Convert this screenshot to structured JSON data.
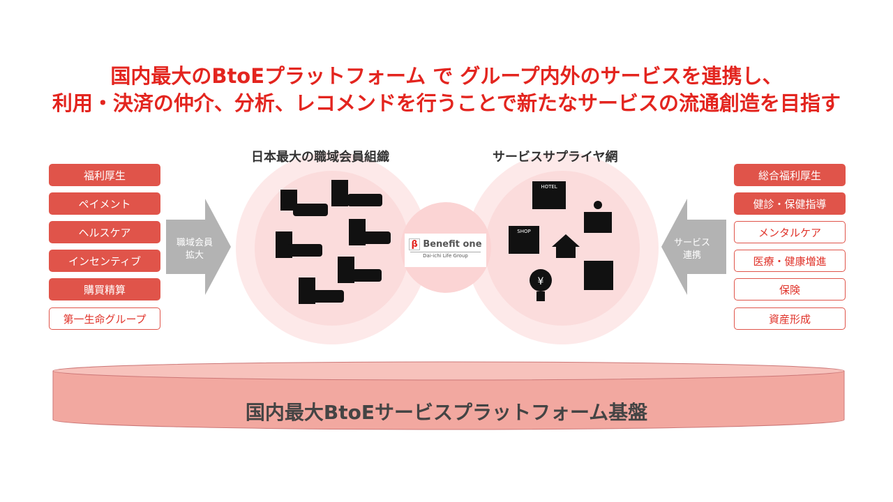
{
  "headline": {
    "line1": "国内最大のBtoEプラットフォーム で グループ内外のサービスを連携し、",
    "line2": "利用・決済の仲介、分析、レコメンドを行うことで新たなサービスの流通創造を目指す"
  },
  "left_items": [
    "福利厚生",
    "ペイメント",
    "ヘルスケア",
    "インセンティブ",
    "購買精算",
    "第一生命グループ"
  ],
  "right_items": [
    "総合福利厚生",
    "健診・保健指導",
    "メンタルケア",
    "医療・健康増進",
    "保険",
    "資産形成"
  ],
  "left_arrow": {
    "line1": "職域会員",
    "line2": "拡大"
  },
  "right_arrow": {
    "line1": "サービス",
    "line2": "連携"
  },
  "left_circle_title": "日本最大の職域会員組織",
  "right_circle_title": "サービスサプライヤ網",
  "logo": {
    "name": "Benefit one",
    "sub": "Dai-ichi Life Group"
  },
  "icons": {
    "hotel": "HOTEL",
    "shop": "SHOP",
    "yen": "¥"
  },
  "platform_label": "国内最大BtoEサービスプラットフォーム基盤",
  "colors": {
    "red": "#e3251f",
    "box": "#e0544a",
    "cylinder": "#f2a8a0"
  }
}
